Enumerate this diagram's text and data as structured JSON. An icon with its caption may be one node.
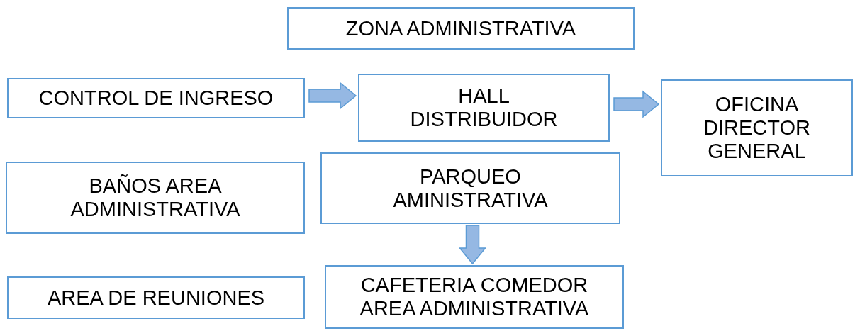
{
  "diagram": {
    "nodes": [
      {
        "text": [
          "ZONA ADMINISTRATIVA"
        ]
      },
      {
        "text": [
          "CONTROL DE INGRESO"
        ]
      },
      {
        "text": [
          "HALL DISTRIBUIDOR"
        ]
      },
      {
        "text": [
          "OFICINA DIRECTOR GENERAL"
        ]
      },
      {
        "text": [
          "BAÑOS AREA ADMINISTRATIVA"
        ]
      },
      {
        "text": [
          "PARQUEO AMINISTRATIVA"
        ]
      },
      {
        "text": [
          "AREA DE REUNIONES"
        ]
      },
      {
        "text": [
          "CAFETERIA COMEDOR AREA ADMINISTRATIVA"
        ]
      }
    ],
    "edges": [
      {
        "from": 1,
        "to": 2,
        "arrow": "to"
      },
      {
        "from": 2,
        "to": 3,
        "arrow": "to"
      },
      {
        "from": 5,
        "to": 7,
        "arrow": "to"
      }
    ]
  }
}
